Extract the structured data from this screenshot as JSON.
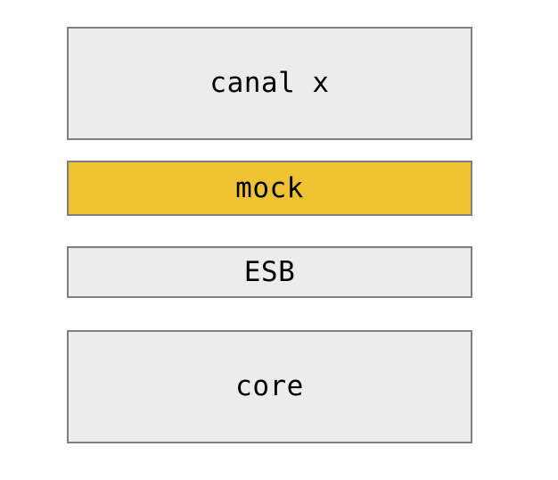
{
  "diagram": {
    "background_color": "#ffffff",
    "layers": [
      {
        "id": "canal-x",
        "label": "canal x",
        "fill": "#ececec",
        "border": "#7f7f7f",
        "text_color": "#000000",
        "highlighted": "false"
      },
      {
        "id": "mock",
        "label": "mock",
        "fill": "#efc231",
        "border": "#7f7f7f",
        "text_color": "#000000",
        "highlighted": "true"
      },
      {
        "id": "esb",
        "label": "ESB",
        "fill": "#ececec",
        "border": "#7f7f7f",
        "text_color": "#000000",
        "highlighted": "false"
      },
      {
        "id": "core",
        "label": "core",
        "fill": "#ececec",
        "border": "#7f7f7f",
        "text_color": "#000000",
        "highlighted": "false"
      }
    ]
  }
}
